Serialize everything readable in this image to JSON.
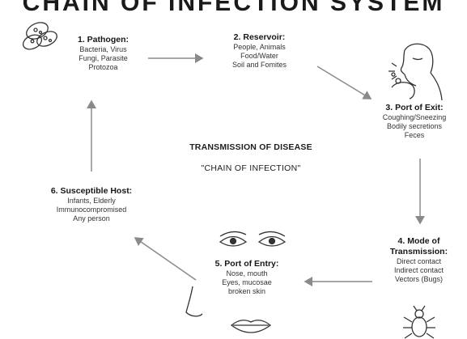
{
  "title": "CHAIN OF INFECTION SYSTEM",
  "center": {
    "title": "TRANSMISSION OF DISEASE",
    "subtitle": "\"CHAIN OF INFECTION\""
  },
  "nodes": {
    "pathogen": {
      "number": "1.",
      "heading": "Pathogen:",
      "lines": [
        "Bacteria, Virus",
        "Fungi, Parasite",
        "Protozoa"
      ]
    },
    "reservoir": {
      "number": "2.",
      "heading": "Reservoir:",
      "lines": [
        "People, Animals",
        "Food/Water",
        "Soil and Fomites"
      ]
    },
    "portal_exit": {
      "number": "3.",
      "heading": "Port of Exit:",
      "lines": [
        "Coughing/Sneezing",
        "Bodily secretions",
        "Feces"
      ]
    },
    "transmission": {
      "number": "4.",
      "heading": "Mode of",
      "heading2": "Transmission:",
      "lines": [
        "Direct contact",
        "Indirect contact",
        "Vectors (Bugs)"
      ]
    },
    "portal_entry": {
      "number": "5.",
      "heading": "Port of Entry:",
      "lines": [
        "Nose, mouth",
        "Eyes, mucosae",
        "broken skin"
      ]
    },
    "host": {
      "number": "6.",
      "heading": "Susceptible Host:",
      "lines": [
        "Infants, Elderly",
        "Immunocompromised",
        "Any person"
      ]
    }
  },
  "icons": [
    "germ-cluster-icon",
    "coughing-person-icon",
    "bug-icon",
    "eyes-icon",
    "nose-icon",
    "lips-icon"
  ]
}
